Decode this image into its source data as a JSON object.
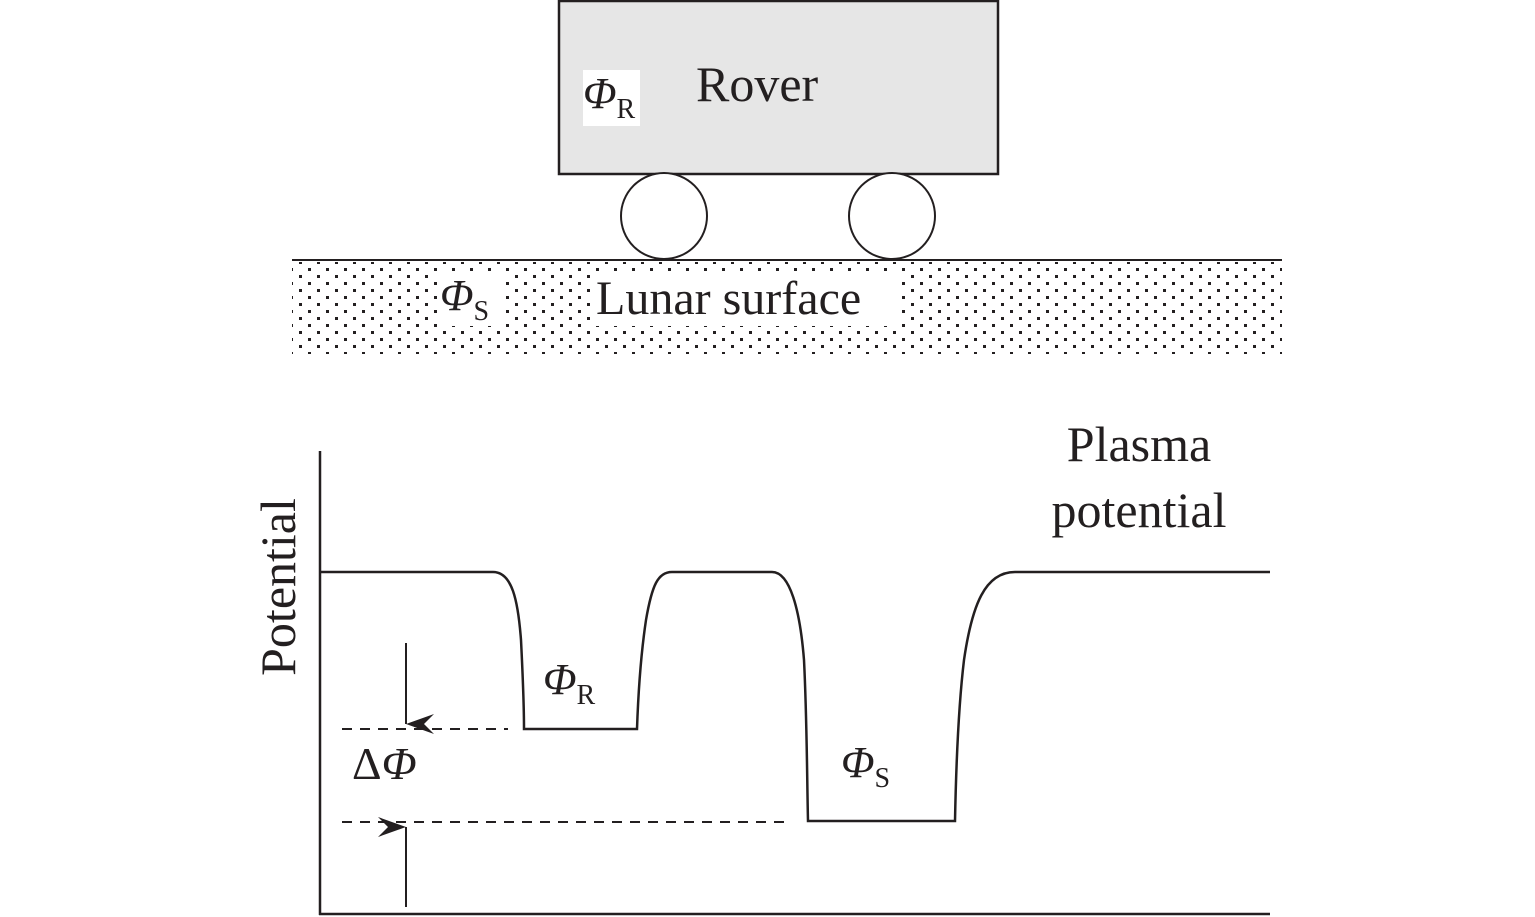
{
  "rover": {
    "label": "Rover",
    "potential_symbol": "Φ",
    "potential_subscript": "R"
  },
  "surface": {
    "label": "Lunar surface",
    "potential_symbol": "Φ",
    "potential_subscript": "S"
  },
  "plot": {
    "ylabel": "Potential",
    "plasma_label_line1": "Plasma",
    "plasma_label_line2": "potential",
    "rover_well_symbol": "Φ",
    "rover_well_subscript": "R",
    "surface_well_symbol": "Φ",
    "surface_well_subscript": "S",
    "delta_symbol": "Δ",
    "delta_phi_symbol": "Φ"
  },
  "colors": {
    "ink": "#231f20",
    "rover_fill": "#e6e6e6"
  }
}
